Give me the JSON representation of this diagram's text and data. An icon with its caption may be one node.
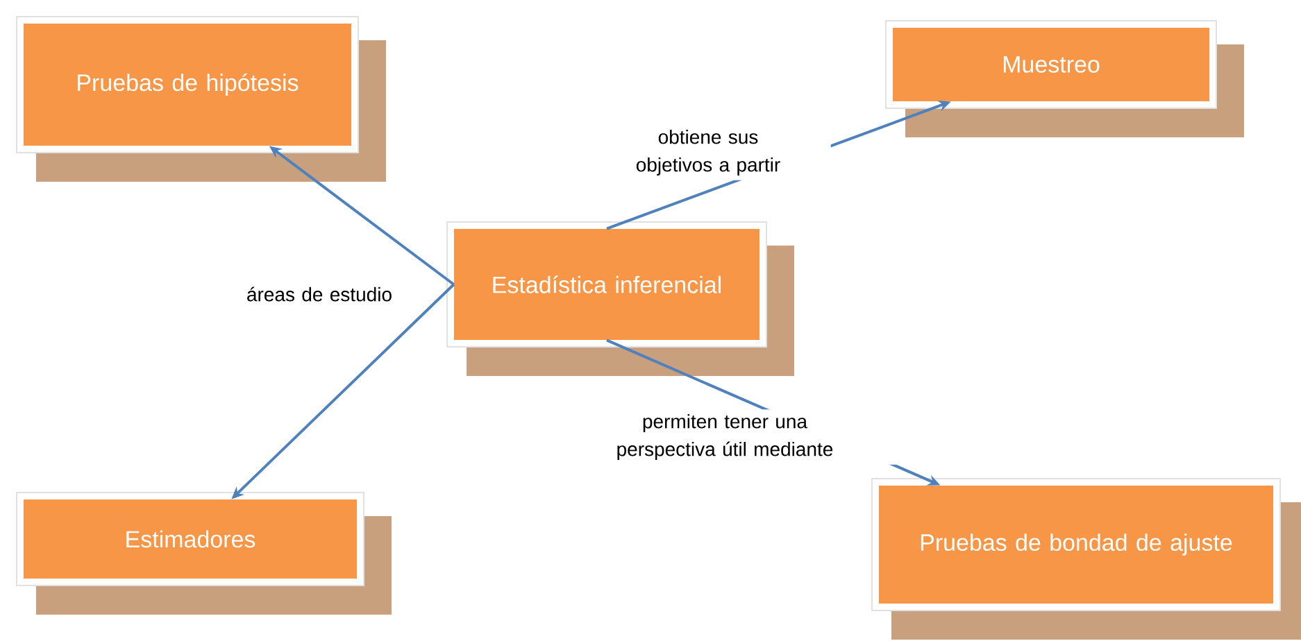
{
  "diagram": {
    "nodes": [
      {
        "text": [
          "Estadística inferencial"
        ]
      },
      {
        "text": [
          "Pruebas de hipótesis"
        ]
      },
      {
        "text": [
          "Muestreo"
        ]
      },
      {
        "text": [
          "Estimadores"
        ]
      },
      {
        "text": [
          "Pruebas de bondad de ajuste"
        ]
      }
    ],
    "edges": [
      {
        "from": 0,
        "to": 1,
        "arrow": "to",
        "label": "áreas de estudio"
      },
      {
        "from": 0,
        "to": 3,
        "arrow": "to"
      },
      {
        "from": 0,
        "to": 2,
        "arrow": "to",
        "label": "obtiene sus objetivos a partir"
      },
      {
        "from": 0,
        "to": 4,
        "arrow": "to",
        "label": "permiten tener una perspectiva útil mediante"
      }
    ]
  }
}
